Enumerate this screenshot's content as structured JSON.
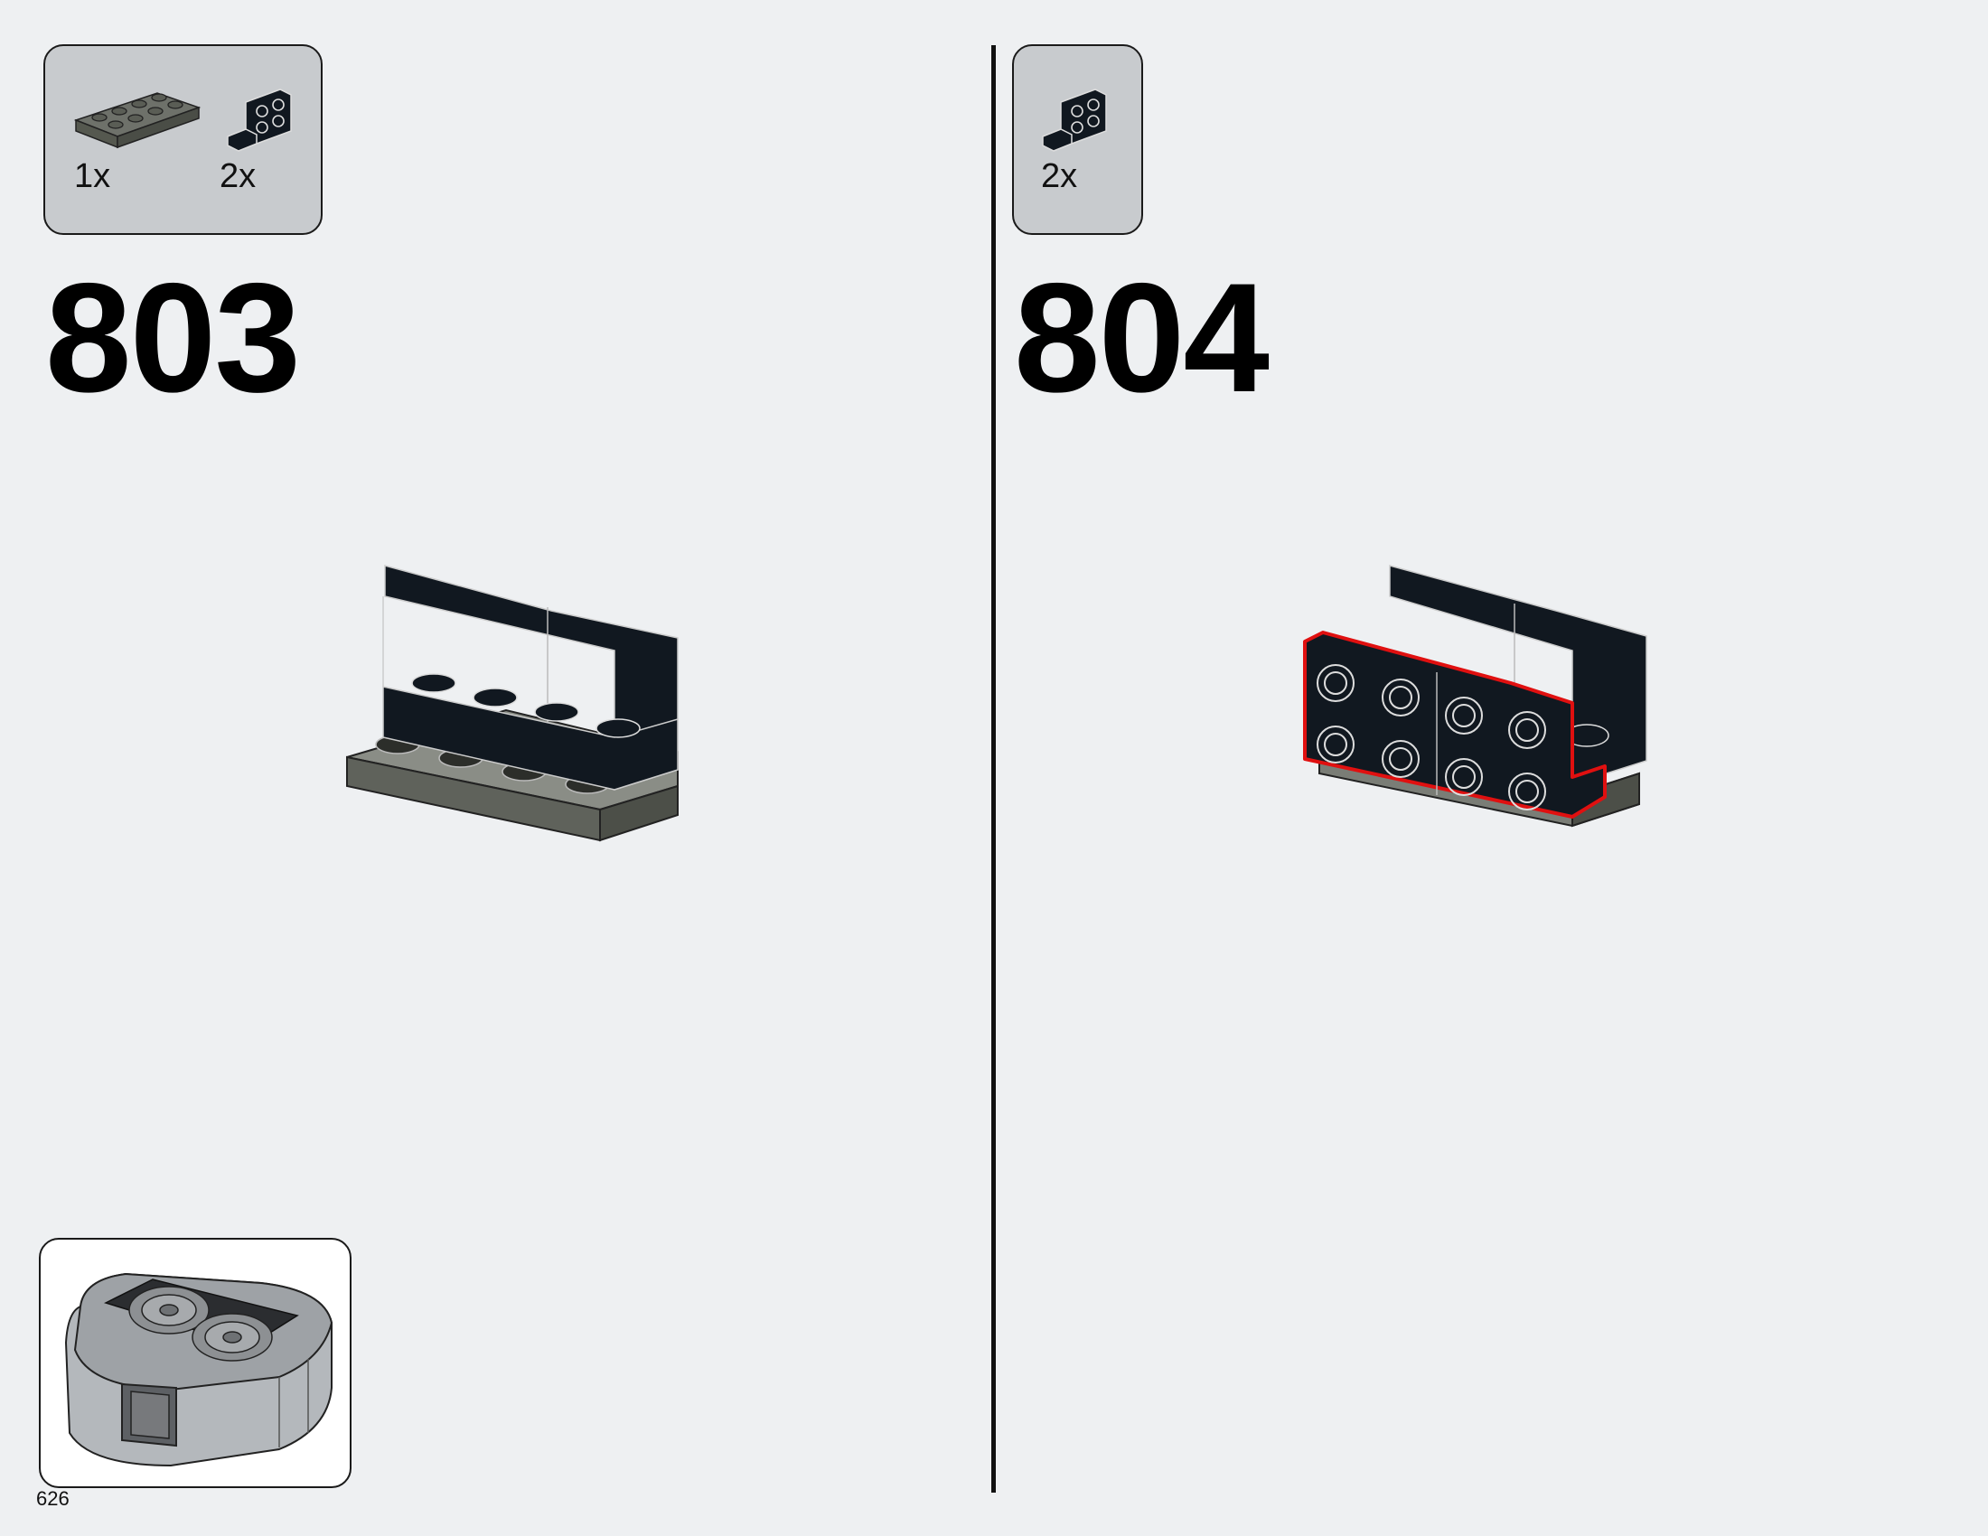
{
  "steps": [
    {
      "number": "803",
      "parts": [
        {
          "icon": "plate-2x4-gray-icon",
          "qty": "1x"
        },
        {
          "icon": "bracket-black-icon",
          "qty": "2x"
        }
      ]
    },
    {
      "number": "804",
      "parts": [
        {
          "icon": "bracket-black-icon",
          "qty": "2x"
        }
      ]
    }
  ],
  "page_number": "626",
  "colors": {
    "background": "#eef0f2",
    "parts_box": "#c8cbce",
    "brick_black": "#111820",
    "plate_gray": "#6e716a",
    "highlight": "#e01010"
  }
}
